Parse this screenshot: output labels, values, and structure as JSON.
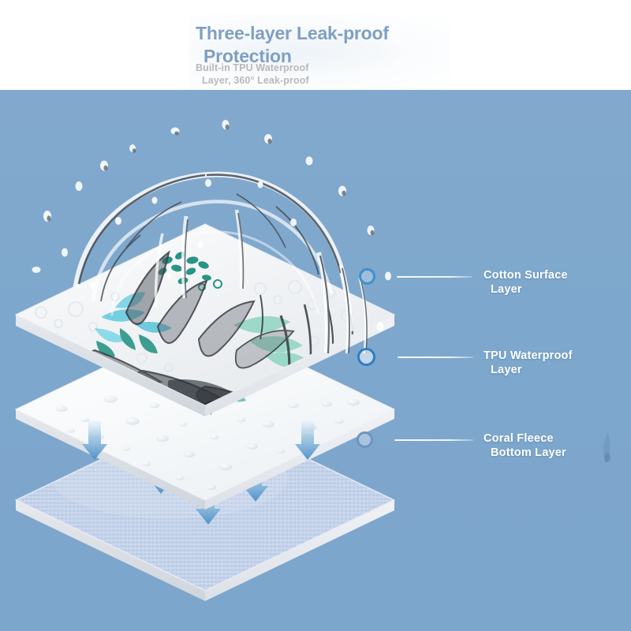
{
  "header": {
    "title_line1": "Three-layer Leak-proof",
    "title_line2": "Protection",
    "subtitle_line1": "Built-in TPU Waterproof",
    "subtitle_line2": "Layer, 360° Leak-proof",
    "title_color": "#7f9fc2",
    "subtitle_color": "#b9b9b9",
    "background_color": "#ffffff"
  },
  "stage": {
    "background_color": "#7ea7cd",
    "background_gradient_top": "#82a9cd",
    "background_gradient_bottom": "#7da6cc"
  },
  "layers": [
    {
      "id": "cotton-surface",
      "label_line1": "Cotton Surface",
      "label_line2": "Layer",
      "marker_color": "#3f8fd0",
      "slab_color": "#f4f6f8",
      "description": "white cotton surface with water splash and teal leaf print"
    },
    {
      "id": "tpu-waterproof",
      "label_line1": "TPU Waterproof",
      "label_line2": "Layer",
      "marker_color": "#2d7dc4",
      "slab_color": "#fbfcfd",
      "description": "white TPU membrane with beaded water droplets"
    },
    {
      "id": "coral-fleece-bottom",
      "label_line1": "Coral Fleece",
      "label_line2": "Bottom Layer",
      "marker_color": "#6f93c4",
      "slab_color": "#c3d2ea",
      "description": "light blue textured coral fleece bottom"
    }
  ],
  "arrows": {
    "count": 5,
    "direction": "down",
    "color_top": "#d8e6f2",
    "color_bottom": "#4a90c8"
  },
  "accent": {
    "leaf_green": "#1d8f7e",
    "leaf_mint": "#8fd4c0",
    "leaf_cyan": "#5fc8dd",
    "label_text": "#ffffff",
    "leader_line": "#ffffff"
  }
}
